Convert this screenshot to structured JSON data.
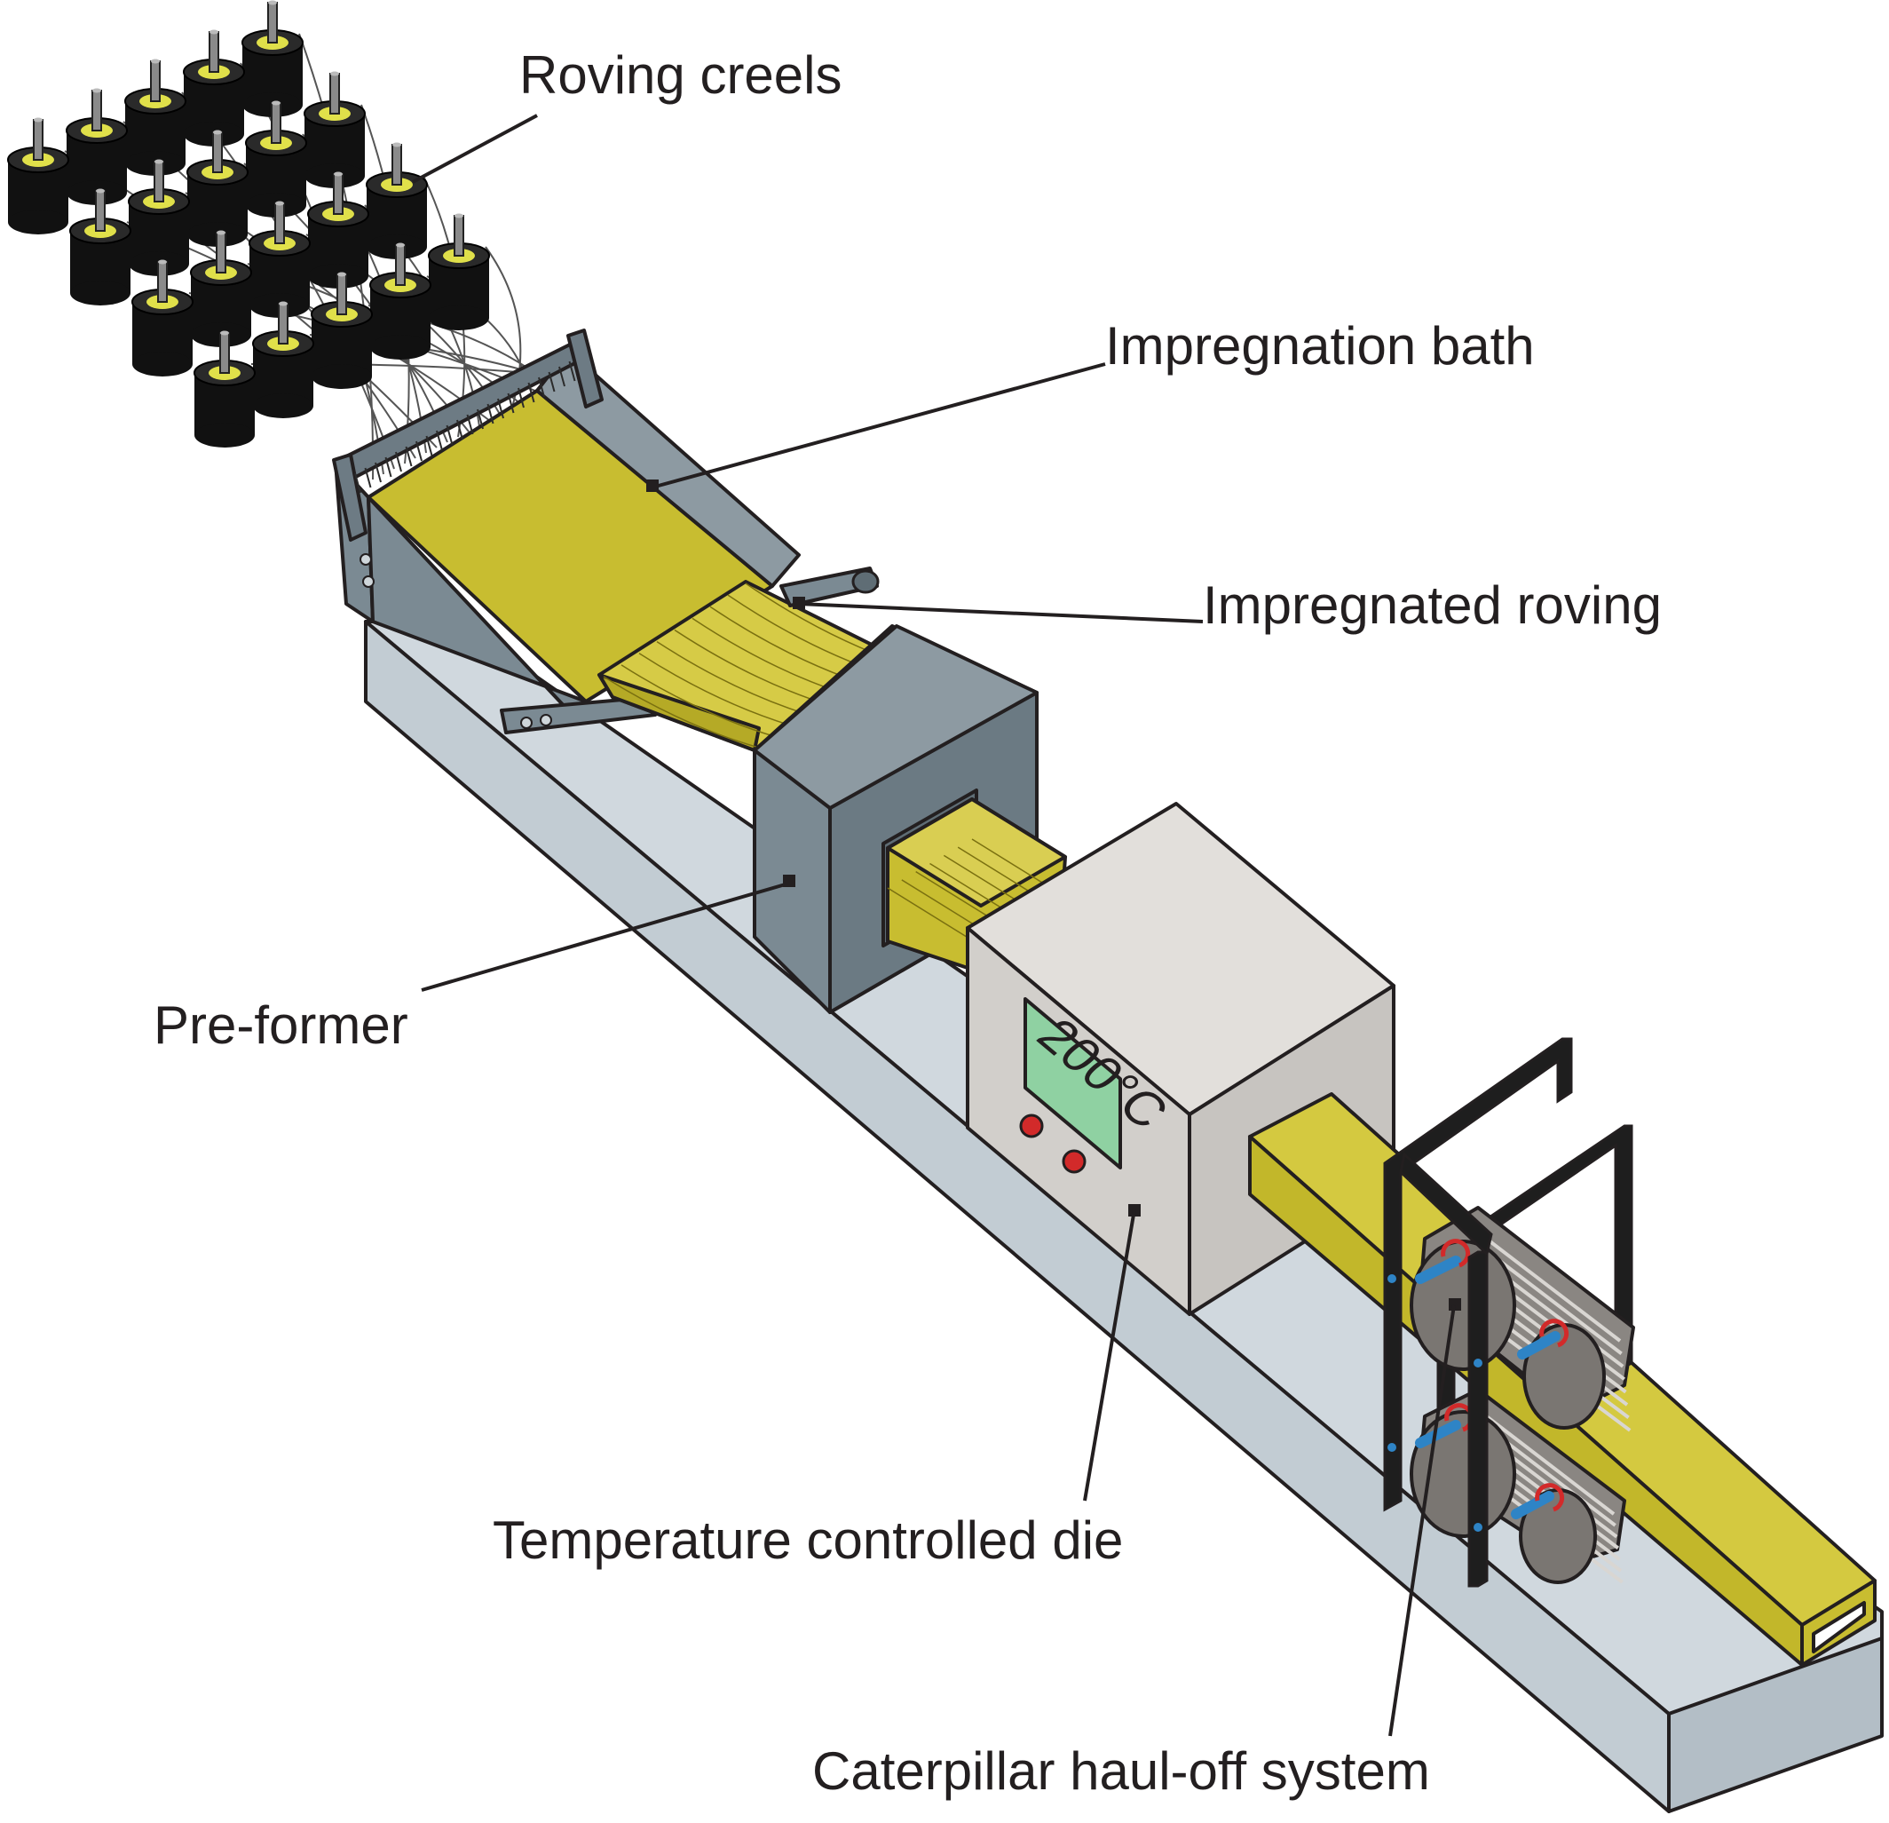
{
  "labels": {
    "roving_creels": "Roving creels",
    "impregnation_bath": "Impregnation bath",
    "impregnated_roving": "Impregnated roving",
    "pre_former": "Pre-former",
    "temperature_controlled_die": "Temperature controlled die",
    "caterpillar_haul_off": "Caterpillar haul-off system"
  },
  "die_display": "200°C",
  "colors": {
    "resin_yellow": "#c8bd30",
    "resin_light": "#e4d96a",
    "steel": "#7b8a93",
    "steel_dark": "#5f6d75",
    "die_box": "#d2cfcb",
    "base": "#d0d8de",
    "display": "#8fd1a2",
    "knob": "#d22a2a",
    "spool": "#111111",
    "spool_core": "#e0e04a",
    "roller": "#8a8682",
    "axle": "#2e84c6"
  }
}
